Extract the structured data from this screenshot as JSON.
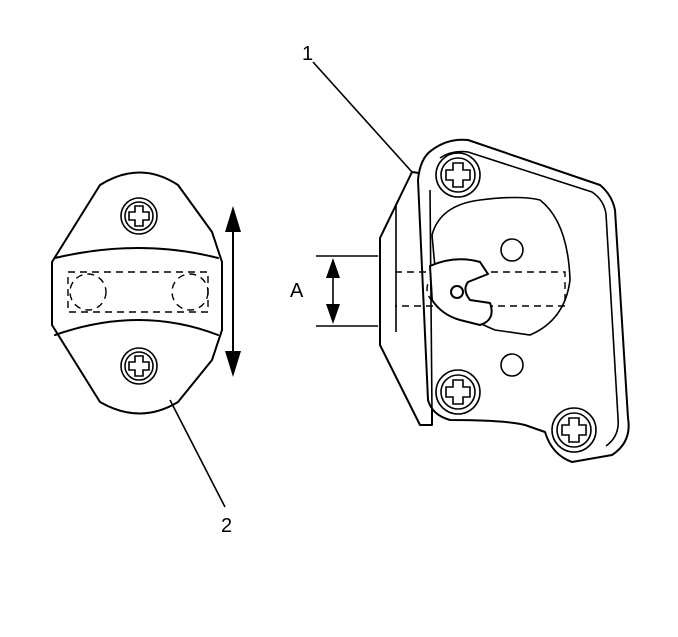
{
  "callouts": {
    "latch": "1",
    "striker": "2"
  },
  "dimension": {
    "label": "A"
  }
}
